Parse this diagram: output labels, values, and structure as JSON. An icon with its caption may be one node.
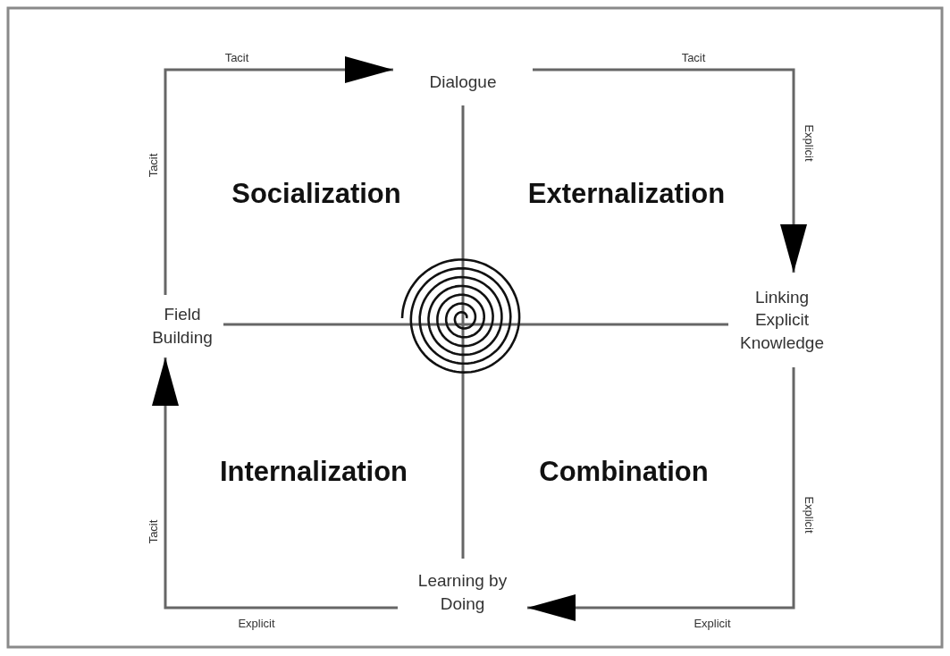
{
  "diagram": {
    "nodes": [
      {
        "text": [
          "Dialogue"
        ]
      },
      {
        "text": [
          "Linking Explicit Knowledge"
        ]
      },
      {
        "text": [
          "Learning by Doing"
        ]
      },
      {
        "text": [
          "Field Building"
        ]
      }
    ],
    "edges": [
      {
        "from": 3,
        "to": 0,
        "arrow": "to",
        "label": "Tacit"
      },
      {
        "from": 0,
        "to": 1,
        "arrow": "to",
        "label": "Tacit"
      },
      {
        "from": 1,
        "to": 2,
        "arrow": "to",
        "label": "Explicit"
      },
      {
        "from": 2,
        "to": 3,
        "arrow": "to",
        "label": "Explicit"
      }
    ],
    "labels": [
      "Tacit",
      "Socialization",
      "Externalization",
      "Explicit",
      "Internalization",
      "Combination",
      "Explicit",
      "Tacit"
    ]
  }
}
